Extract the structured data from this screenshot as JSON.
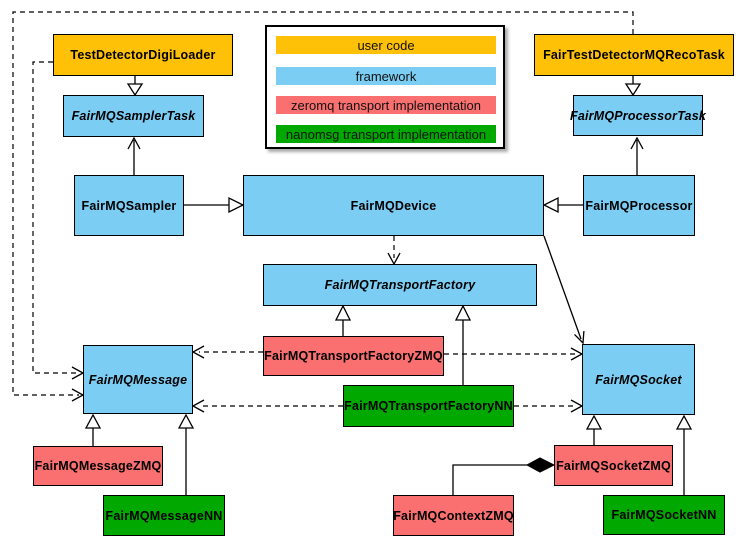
{
  "legend": {
    "items": [
      {
        "label": "user code",
        "category": "user-code"
      },
      {
        "label": "framework",
        "category": "framework"
      },
      {
        "label": "zeromq transport implementation",
        "category": "zeromq"
      },
      {
        "label": "nanomsg transport implementation",
        "category": "nanomsg"
      }
    ]
  },
  "colors": {
    "user-code": "#FFC107",
    "framework": "#7BCDF3",
    "zeromq": "#FA6F6F",
    "nanomsg": "#00A800"
  },
  "nodes": {
    "testDetectorDigiLoader": {
      "label": "TestDetectorDigiLoader",
      "category": "user-code",
      "abstract": false
    },
    "fairTestDetectorMQRecoTask": {
      "label": "FairTestDetectorMQRecoTask",
      "category": "user-code",
      "abstract": false
    },
    "fairMQSamplerTask": {
      "label": "FairMQSamplerTask",
      "category": "framework",
      "abstract": true
    },
    "fairMQProcessorTask": {
      "label": "FairMQProcessorTask",
      "category": "framework",
      "abstract": true
    },
    "fairMQSampler": {
      "label": "FairMQSampler",
      "category": "framework",
      "abstract": false
    },
    "fairMQDevice": {
      "label": "FairMQDevice",
      "category": "framework",
      "abstract": false
    },
    "fairMQProcessor": {
      "label": "FairMQProcessor",
      "category": "framework",
      "abstract": false
    },
    "fairMQTransportFactory": {
      "label": "FairMQTransportFactory",
      "category": "framework",
      "abstract": true
    },
    "fairMQTransportFactoryZMQ": {
      "label": "FairMQTransportFactoryZMQ",
      "category": "zeromq",
      "abstract": false
    },
    "fairMQTransportFactoryNN": {
      "label": "FairMQTransportFactoryNN",
      "category": "nanomsg",
      "abstract": false
    },
    "fairMQMessage": {
      "label": "FairMQMessage",
      "category": "framework",
      "abstract": true
    },
    "fairMQSocket": {
      "label": "FairMQSocket",
      "category": "framework",
      "abstract": true
    },
    "fairMQMessageZMQ": {
      "label": "FairMQMessageZMQ",
      "category": "zeromq",
      "abstract": false
    },
    "fairMQMessageNN": {
      "label": "FairMQMessageNN",
      "category": "nanomsg",
      "abstract": false
    },
    "fairMQContextZMQ": {
      "label": "FairMQContextZMQ",
      "category": "zeromq",
      "abstract": false
    },
    "fairMQSocketZMQ": {
      "label": "FairMQSocketZMQ",
      "category": "zeromq",
      "abstract": false
    },
    "fairMQSocketNN": {
      "label": "FairMQSocketNN",
      "category": "nanomsg",
      "abstract": false
    }
  }
}
